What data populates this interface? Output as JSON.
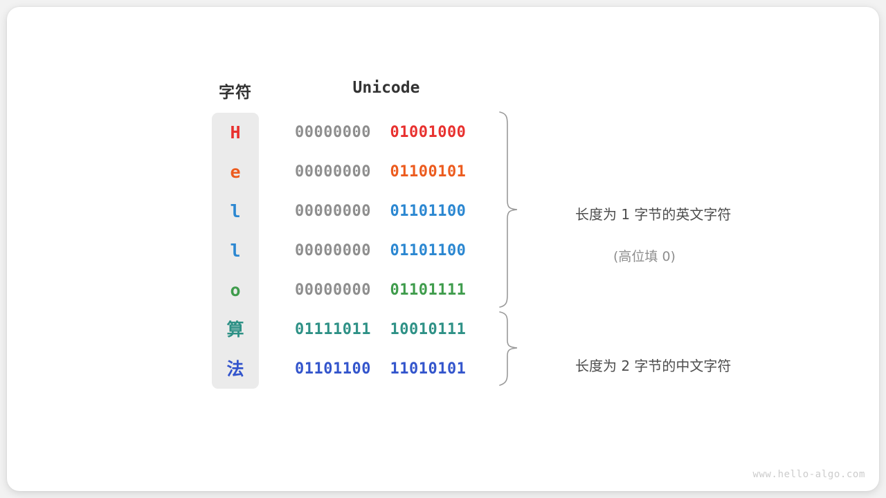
{
  "watermark": "www.hello-algo.com",
  "headers": {
    "char": "字符",
    "code": "Unicode"
  },
  "colors": {
    "background": "#f2f2f2",
    "card": "#ffffff",
    "column": "#ebebeb",
    "high_bits": "#8e8e8e",
    "red": "#e8312f",
    "orange": "#ec5b1e",
    "blue": "#2b87d1",
    "green": "#3f9c4c",
    "teal": "#2e9186",
    "indigo": "#3355cc",
    "brace": "#999999",
    "annotation": "#4d4d4d",
    "annotation_sub": "#8e8e8e",
    "watermark": "#cccccc"
  },
  "rows": [
    {
      "char": "H",
      "high": "00000000",
      "low": "01001000",
      "color": "#e8312f",
      "cjk": false
    },
    {
      "char": "e",
      "high": "00000000",
      "low": "01100101",
      "color": "#ec5b1e",
      "cjk": false
    },
    {
      "char": "l",
      "high": "00000000",
      "low": "01101100",
      "color": "#2b87d1",
      "cjk": false
    },
    {
      "char": "l",
      "high": "00000000",
      "low": "01101100",
      "color": "#2b87d1",
      "cjk": false
    },
    {
      "char": "o",
      "high": "00000000",
      "low": "01101111",
      "color": "#3f9c4c",
      "cjk": false
    },
    {
      "char": "算",
      "high": "01111011",
      "low": "10010111",
      "color": "#2e9186",
      "cjk": true
    },
    {
      "char": "法",
      "high": "01101100",
      "low": "11010101",
      "color": "#3355cc",
      "cjk": true
    }
  ],
  "annotations": [
    {
      "text": "长度为 1 字节的英文字符",
      "sub": "(高位填 0)"
    },
    {
      "text": "长度为 2 字节的中文字符",
      "sub": ""
    }
  ]
}
